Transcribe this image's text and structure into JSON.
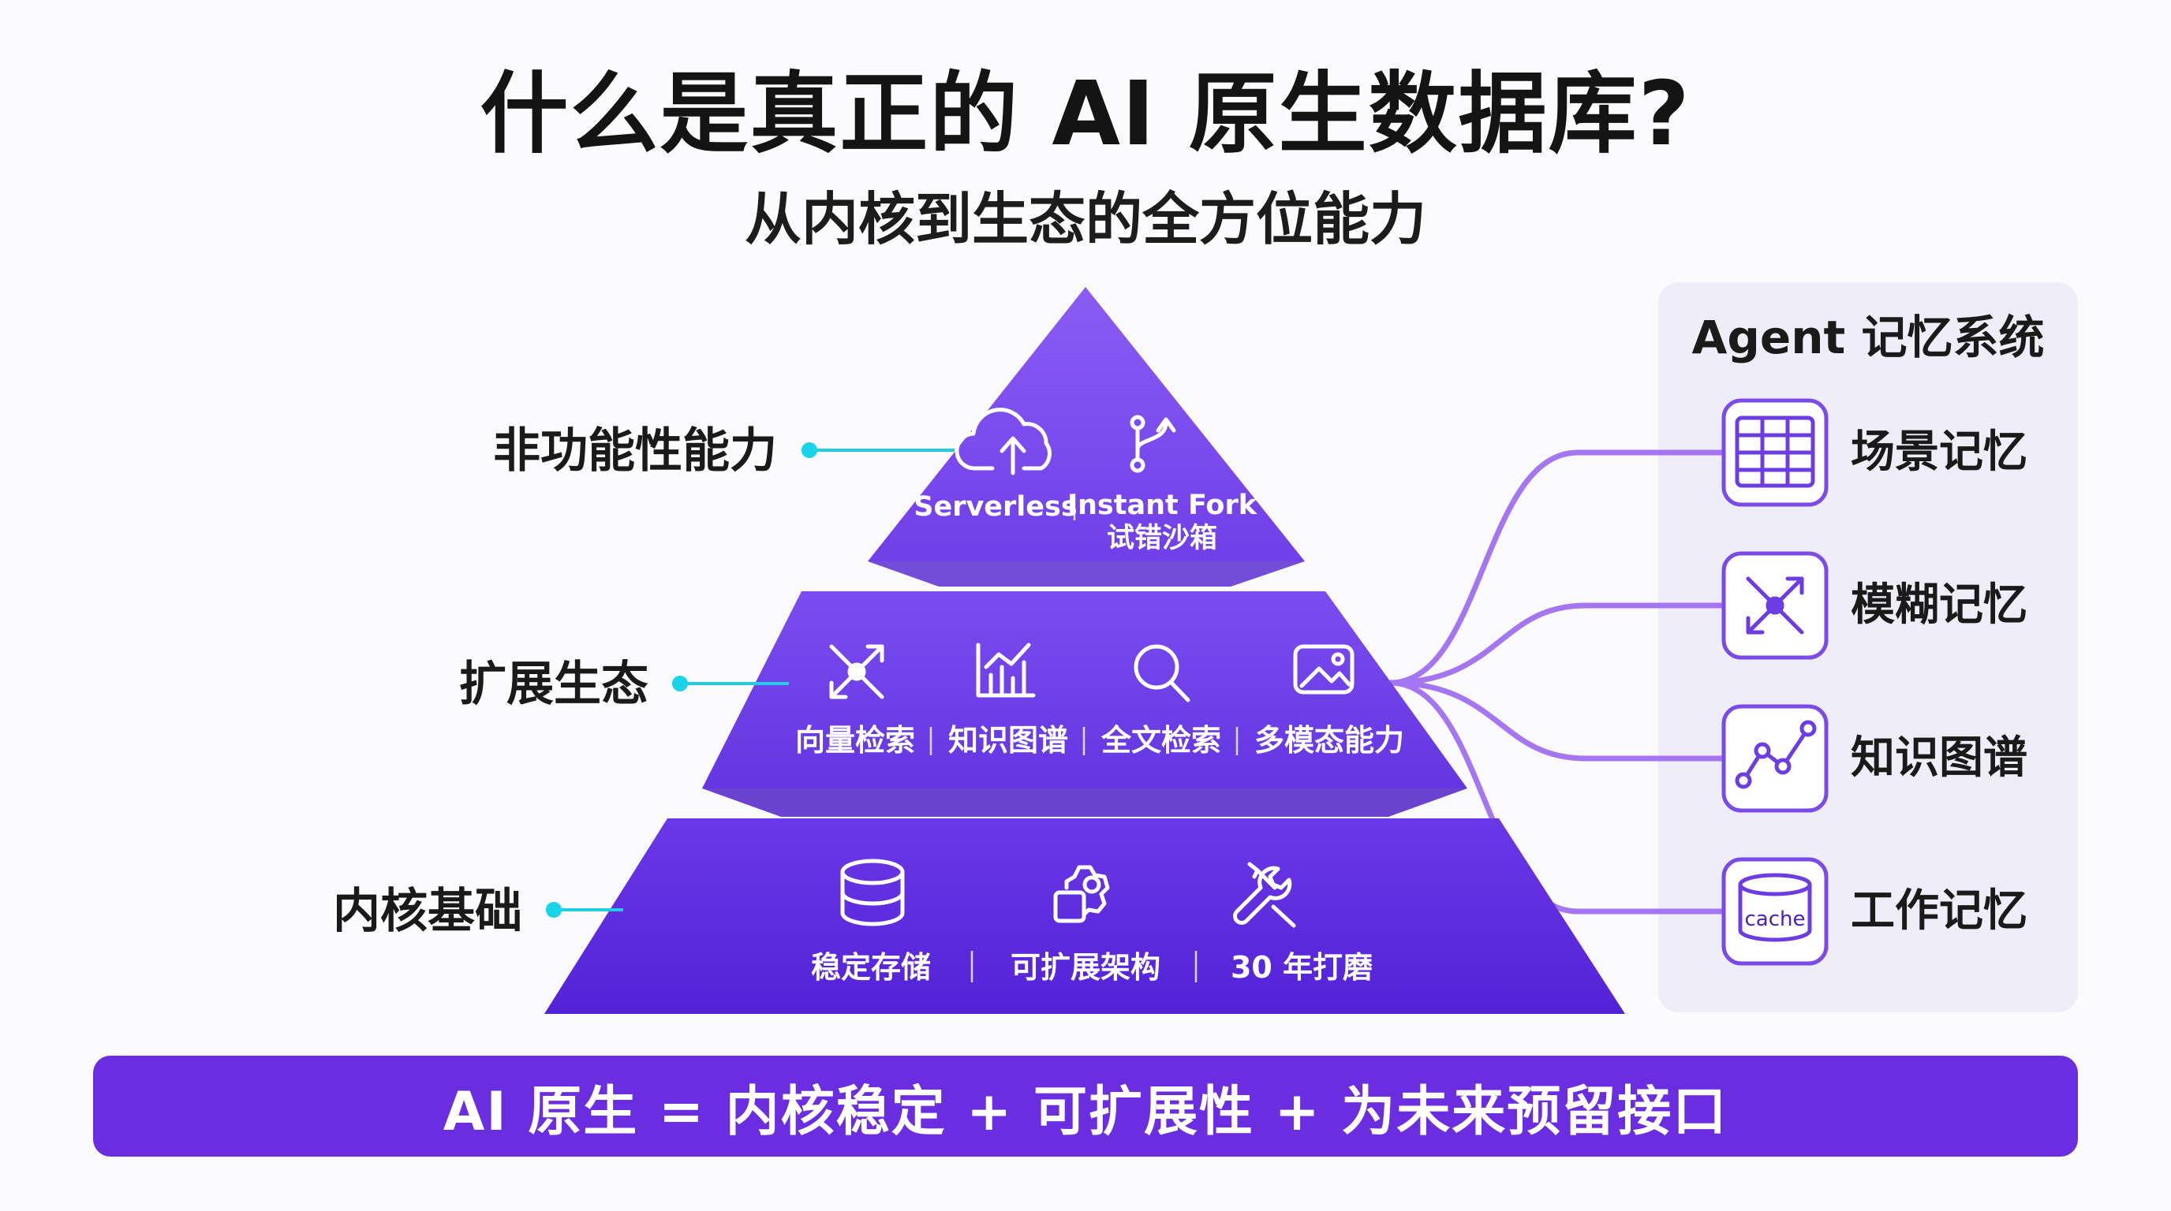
{
  "title": "什么是真正的 AI 原生数据库?",
  "subtitle": "从内核到生态的全方位能力",
  "pyramid": {
    "top": {
      "side_label": "非功能性能力",
      "items": [
        {
          "label": "Serverless",
          "icon": "cloud-upload-icon"
        },
        {
          "label": "Instant Fork",
          "sublabel": "试错沙箱",
          "icon": "git-fork-icon"
        }
      ]
    },
    "middle": {
      "side_label": "扩展生态",
      "items": [
        {
          "label": "向量检索",
          "icon": "vector-arrows-icon"
        },
        {
          "label": "知识图谱",
          "icon": "bar-chart-icon"
        },
        {
          "label": "全文检索",
          "icon": "search-icon"
        },
        {
          "label": "多模态能力",
          "icon": "image-icon"
        }
      ]
    },
    "bottom": {
      "side_label": "内核基础",
      "items": [
        {
          "label": "稳定存储",
          "icon": "database-icon"
        },
        {
          "label": "可扩展架构",
          "icon": "gear-box-icon"
        },
        {
          "label": "30 年打磨",
          "icon": "wrench-screwdriver-icon"
        }
      ]
    }
  },
  "agent_panel": {
    "title": "Agent 记忆系统",
    "items": [
      {
        "label": "场景记忆",
        "icon": "table-icon"
      },
      {
        "label": "模糊记忆",
        "icon": "vector-arrows-icon"
      },
      {
        "label": "知识图谱",
        "icon": "line-graph-icon"
      },
      {
        "label": "工作记忆",
        "icon": "cache-icon",
        "icon_text": "cache"
      }
    ]
  },
  "bottom_bar": "AI 原生 = 内核稳定 + 可扩展性 + 为未来预留接口",
  "colors": {
    "pyramid_top": "#7b4ff0",
    "pyramid_mid": "#6c3ce6",
    "pyramid_bottom": "#5a28dd",
    "connector": "#9a6cf0",
    "accent_dot": "#19d3e8",
    "panel_bg": "#efedf8",
    "bar": "#6a2ee0"
  }
}
